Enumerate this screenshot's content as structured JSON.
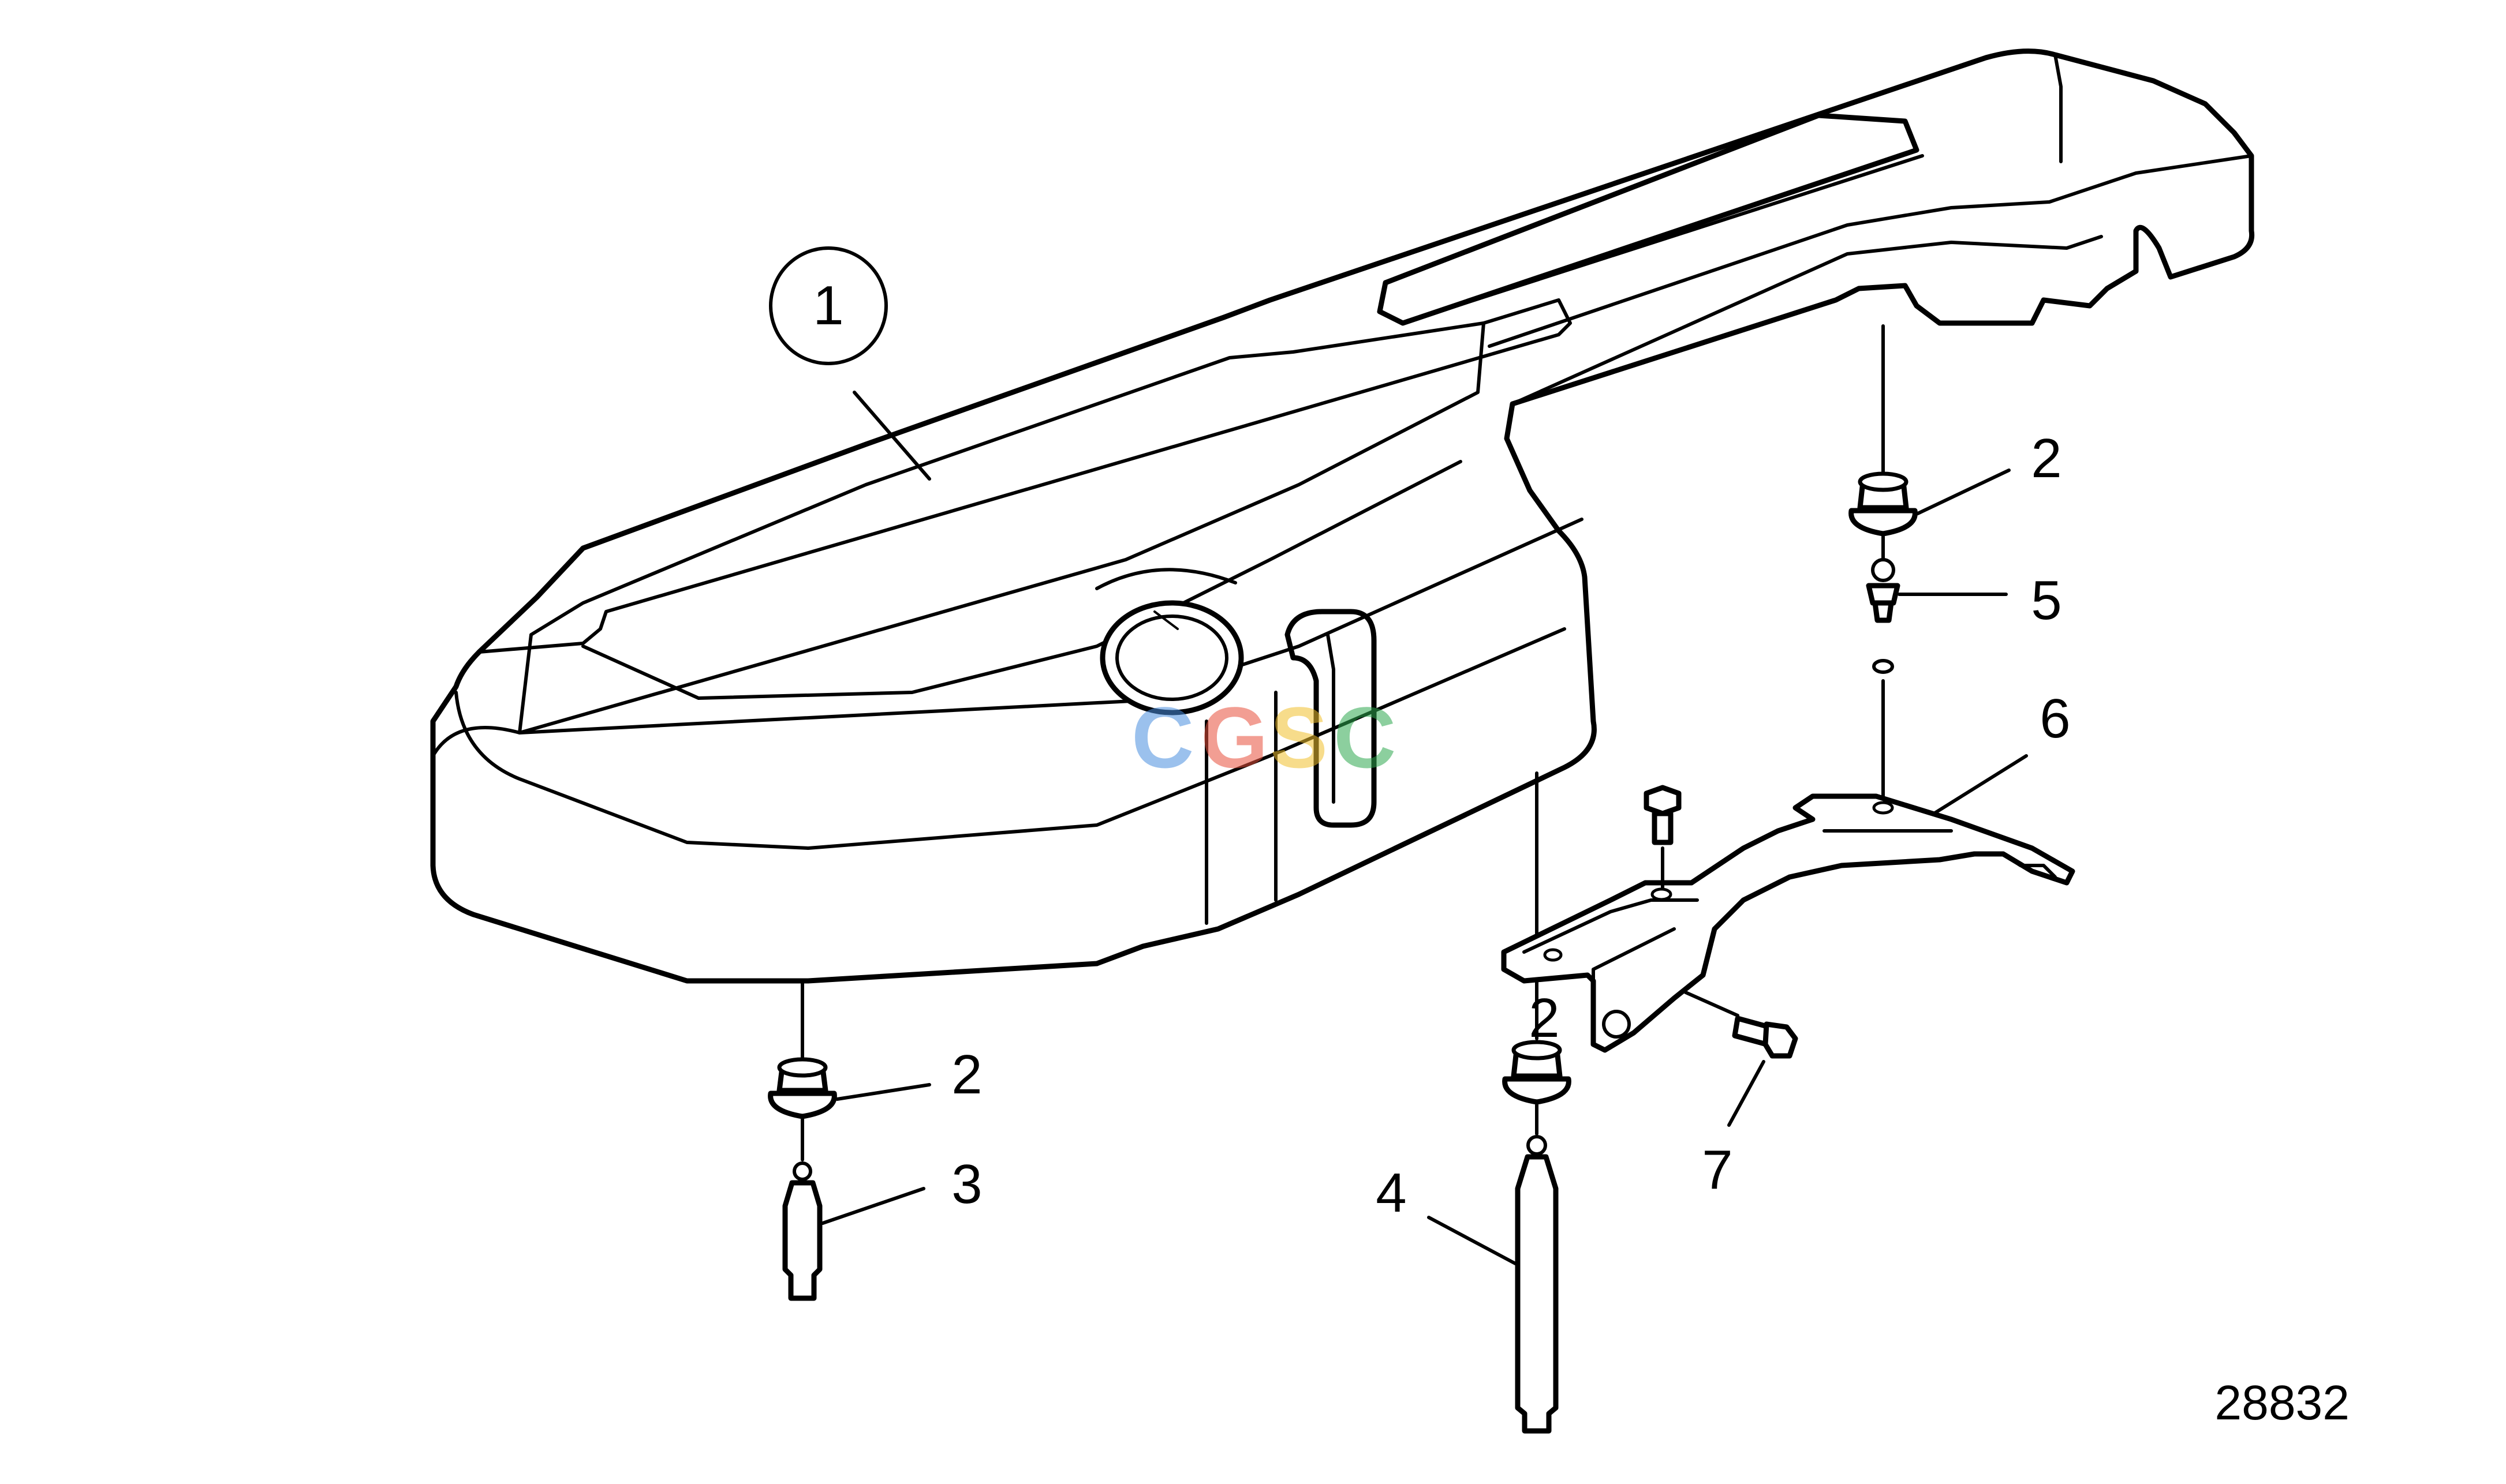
{
  "diagram": {
    "callouts": [
      {
        "id": "callout-1",
        "label": "1"
      },
      {
        "id": "callout-2-right",
        "label": "2"
      },
      {
        "id": "callout-5",
        "label": "5"
      },
      {
        "id": "callout-6",
        "label": "6"
      },
      {
        "id": "callout-2-left",
        "label": "2"
      },
      {
        "id": "callout-3",
        "label": "3"
      },
      {
        "id": "callout-2-center",
        "label": "2"
      },
      {
        "id": "callout-4",
        "label": "4"
      },
      {
        "id": "callout-7",
        "label": "7"
      }
    ],
    "figure_number": "28832",
    "watermark": {
      "letters": [
        "C",
        "G",
        "S",
        "C"
      ],
      "colors": [
        "#4a8fe0",
        "#e8503c",
        "#f2c12e",
        "#2fa84f"
      ]
    },
    "line_color": "#000000"
  }
}
